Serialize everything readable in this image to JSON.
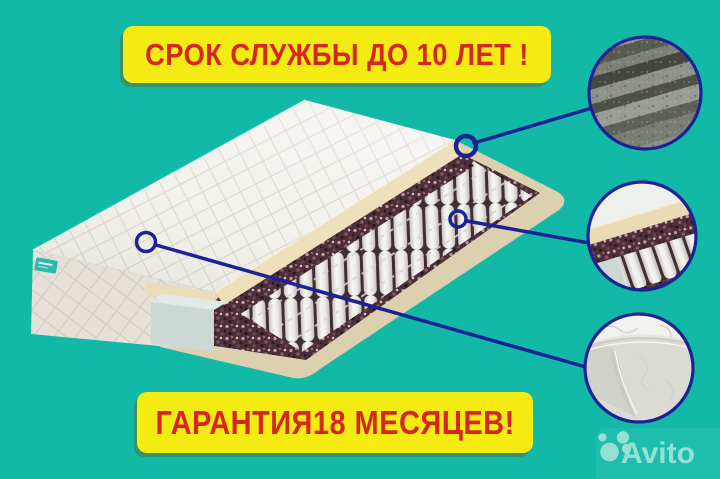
{
  "image": {
    "description": "Promo photo of a cutaway pocket-spring mattress with quilted cover, foam, coconut coir and felt layers; three circular zoom callouts on the right show felt sheets, the spring/layer block and the quilted cover corner."
  },
  "colors": {
    "bg": "#12b9a6",
    "banner-bg": "#f3eb12",
    "banner-text": "#d5271d",
    "callout": "#1c2294",
    "watermark": "#9de2d8"
  },
  "banners": {
    "top": "СРОК СЛУЖБЫ ДО 10 ЛЕТ !",
    "bottom": "ГАРАНТИЯ18 МЕСЯЦЕВ!"
  },
  "watermark": {
    "label": "Avito"
  }
}
